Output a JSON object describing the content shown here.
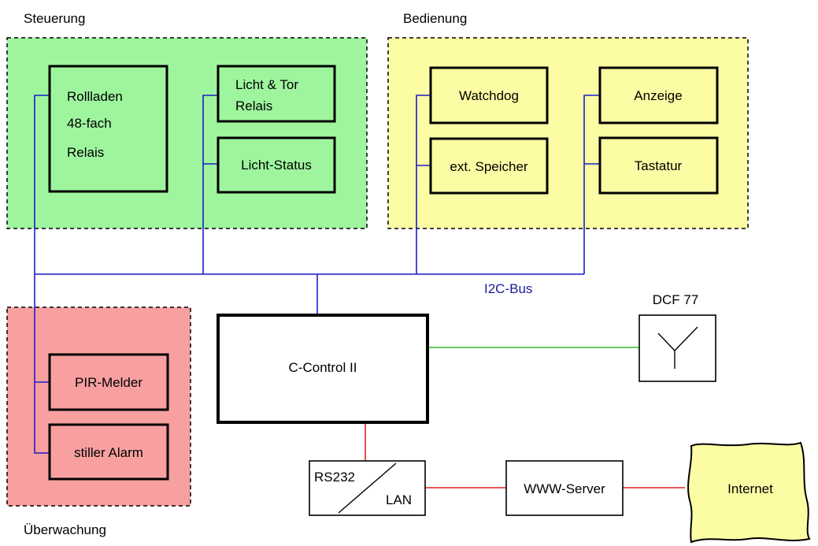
{
  "groups": {
    "steuerung": "Steuerung",
    "bedienung": "Bedienung",
    "ueberwachung": "Überwachung"
  },
  "modules": {
    "rollladen_line1": "Rollladen",
    "rollladen_line2": "48-fach",
    "rollladen_line3": "Relais",
    "licht_tor_line1": "Licht & Tor",
    "licht_tor_line2": "Relais",
    "licht_status": "Licht-Status",
    "watchdog": "Watchdog",
    "ext_speicher": "ext. Speicher",
    "anzeige": "Anzeige",
    "tastatur": "Tastatur",
    "pir_melder": "PIR-Melder",
    "stiller_alarm": "stiller Alarm"
  },
  "bus_label": "I2C-Bus",
  "controller": "C-Control II",
  "dcf_label": "DCF 77",
  "converter": {
    "top": "RS232",
    "bottom": "LAN"
  },
  "server": "WWW-Server",
  "internet": "Internet",
  "colors": {
    "steuerung_fill": "#9ef59e",
    "bedienung_fill": "#fcfca4",
    "ueberwachung_fill": "#f8a0a0",
    "internet_fill": "#fcfca4",
    "bus_line": "#1c1ccc",
    "radio_line": "#2eb82e",
    "lan_line": "#e02424"
  }
}
